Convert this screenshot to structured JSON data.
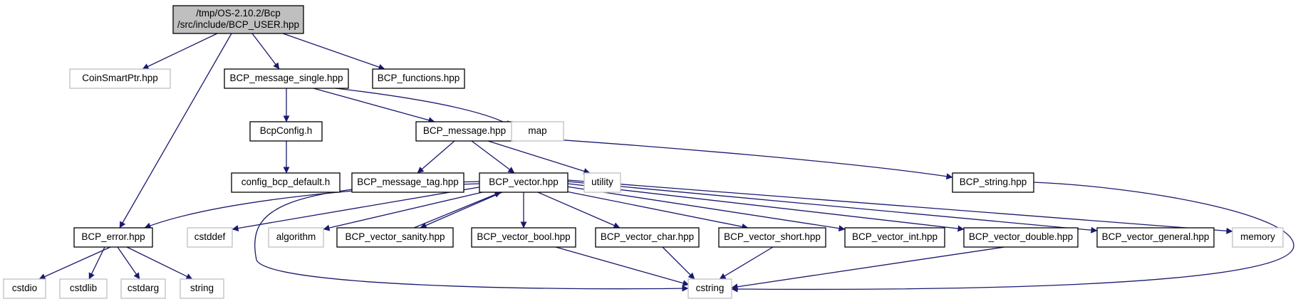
{
  "colors": {
    "edge": "#191970",
    "node_border": "#000000",
    "external_border": "#bfbfbf",
    "root_fill": "#bfbfbf",
    "text": "#000000"
  },
  "nodes": [
    {
      "id": "root",
      "lines": [
        "/tmp/OS-2.10.2/Bcp",
        "/src/include/BCP_USER.hpp"
      ],
      "kind": "root"
    },
    {
      "id": "coinsmartptr",
      "lines": [
        "CoinSmartPtr.hpp"
      ],
      "kind": "external"
    },
    {
      "id": "msg_single",
      "lines": [
        "BCP_message_single.hpp"
      ],
      "kind": "local"
    },
    {
      "id": "functions",
      "lines": [
        "BCP_functions.hpp"
      ],
      "kind": "local"
    },
    {
      "id": "bcpconfig",
      "lines": [
        "BcpConfig.h"
      ],
      "kind": "local"
    },
    {
      "id": "message",
      "lines": [
        "BCP_message.hpp"
      ],
      "kind": "local"
    },
    {
      "id": "map",
      "lines": [
        "map"
      ],
      "kind": "external"
    },
    {
      "id": "config_default",
      "lines": [
        "config_bcp_default.h"
      ],
      "kind": "local"
    },
    {
      "id": "msg_tag",
      "lines": [
        "BCP_message_tag.hpp"
      ],
      "kind": "local"
    },
    {
      "id": "vector",
      "lines": [
        "BCP_vector.hpp"
      ],
      "kind": "local"
    },
    {
      "id": "utility",
      "lines": [
        "utility"
      ],
      "kind": "external"
    },
    {
      "id": "string_hpp",
      "lines": [
        "BCP_string.hpp"
      ],
      "kind": "local"
    },
    {
      "id": "error",
      "lines": [
        "BCP_error.hpp"
      ],
      "kind": "local"
    },
    {
      "id": "cstddef",
      "lines": [
        "cstddef"
      ],
      "kind": "external"
    },
    {
      "id": "algorithm",
      "lines": [
        "algorithm"
      ],
      "kind": "external"
    },
    {
      "id": "v_sanity",
      "lines": [
        "BCP_vector_sanity.hpp"
      ],
      "kind": "local"
    },
    {
      "id": "v_bool",
      "lines": [
        "BCP_vector_bool.hpp"
      ],
      "kind": "local"
    },
    {
      "id": "v_char",
      "lines": [
        "BCP_vector_char.hpp"
      ],
      "kind": "local"
    },
    {
      "id": "v_short",
      "lines": [
        "BCP_vector_short.hpp"
      ],
      "kind": "local"
    },
    {
      "id": "v_int",
      "lines": [
        "BCP_vector_int.hpp"
      ],
      "kind": "local"
    },
    {
      "id": "v_double",
      "lines": [
        "BCP_vector_double.hpp"
      ],
      "kind": "local"
    },
    {
      "id": "v_general",
      "lines": [
        "BCP_vector_general.hpp"
      ],
      "kind": "local"
    },
    {
      "id": "memory",
      "lines": [
        "memory"
      ],
      "kind": "external"
    },
    {
      "id": "cstdio",
      "lines": [
        "cstdio"
      ],
      "kind": "external"
    },
    {
      "id": "cstdlib",
      "lines": [
        "cstdlib"
      ],
      "kind": "external"
    },
    {
      "id": "cstdarg",
      "lines": [
        "cstdarg"
      ],
      "kind": "external"
    },
    {
      "id": "string",
      "lines": [
        "string"
      ],
      "kind": "external"
    },
    {
      "id": "cstring",
      "lines": [
        "cstring"
      ],
      "kind": "external"
    }
  ],
  "edges": [
    {
      "from": "root",
      "to": "coinsmartptr"
    },
    {
      "from": "root",
      "to": "msg_single"
    },
    {
      "from": "root",
      "to": "functions"
    },
    {
      "from": "root",
      "to": "error"
    },
    {
      "from": "msg_single",
      "to": "bcpconfig"
    },
    {
      "from": "msg_single",
      "to": "message"
    },
    {
      "from": "msg_single",
      "to": "map"
    },
    {
      "from": "bcpconfig",
      "to": "config_default"
    },
    {
      "from": "message",
      "to": "msg_tag"
    },
    {
      "from": "message",
      "to": "vector"
    },
    {
      "from": "message",
      "to": "utility"
    },
    {
      "from": "message",
      "to": "string_hpp"
    },
    {
      "from": "string_hpp",
      "to": "cstring"
    },
    {
      "from": "vector",
      "to": "error"
    },
    {
      "from": "vector",
      "to": "cstddef"
    },
    {
      "from": "vector",
      "to": "algorithm"
    },
    {
      "from": "vector",
      "to": "v_sanity"
    },
    {
      "from": "v_sanity",
      "to": "vector"
    },
    {
      "from": "vector",
      "to": "v_bool"
    },
    {
      "from": "vector",
      "to": "v_char"
    },
    {
      "from": "vector",
      "to": "v_short"
    },
    {
      "from": "vector",
      "to": "v_int"
    },
    {
      "from": "vector",
      "to": "v_double"
    },
    {
      "from": "vector",
      "to": "v_general"
    },
    {
      "from": "vector",
      "to": "memory"
    },
    {
      "from": "vector",
      "to": "cstring"
    },
    {
      "from": "v_bool",
      "to": "cstring"
    },
    {
      "from": "v_char",
      "to": "cstring"
    },
    {
      "from": "v_short",
      "to": "cstring"
    },
    {
      "from": "v_double",
      "to": "cstring"
    },
    {
      "from": "error",
      "to": "cstdio"
    },
    {
      "from": "error",
      "to": "cstdlib"
    },
    {
      "from": "error",
      "to": "cstdarg"
    },
    {
      "from": "error",
      "to": "string"
    }
  ]
}
